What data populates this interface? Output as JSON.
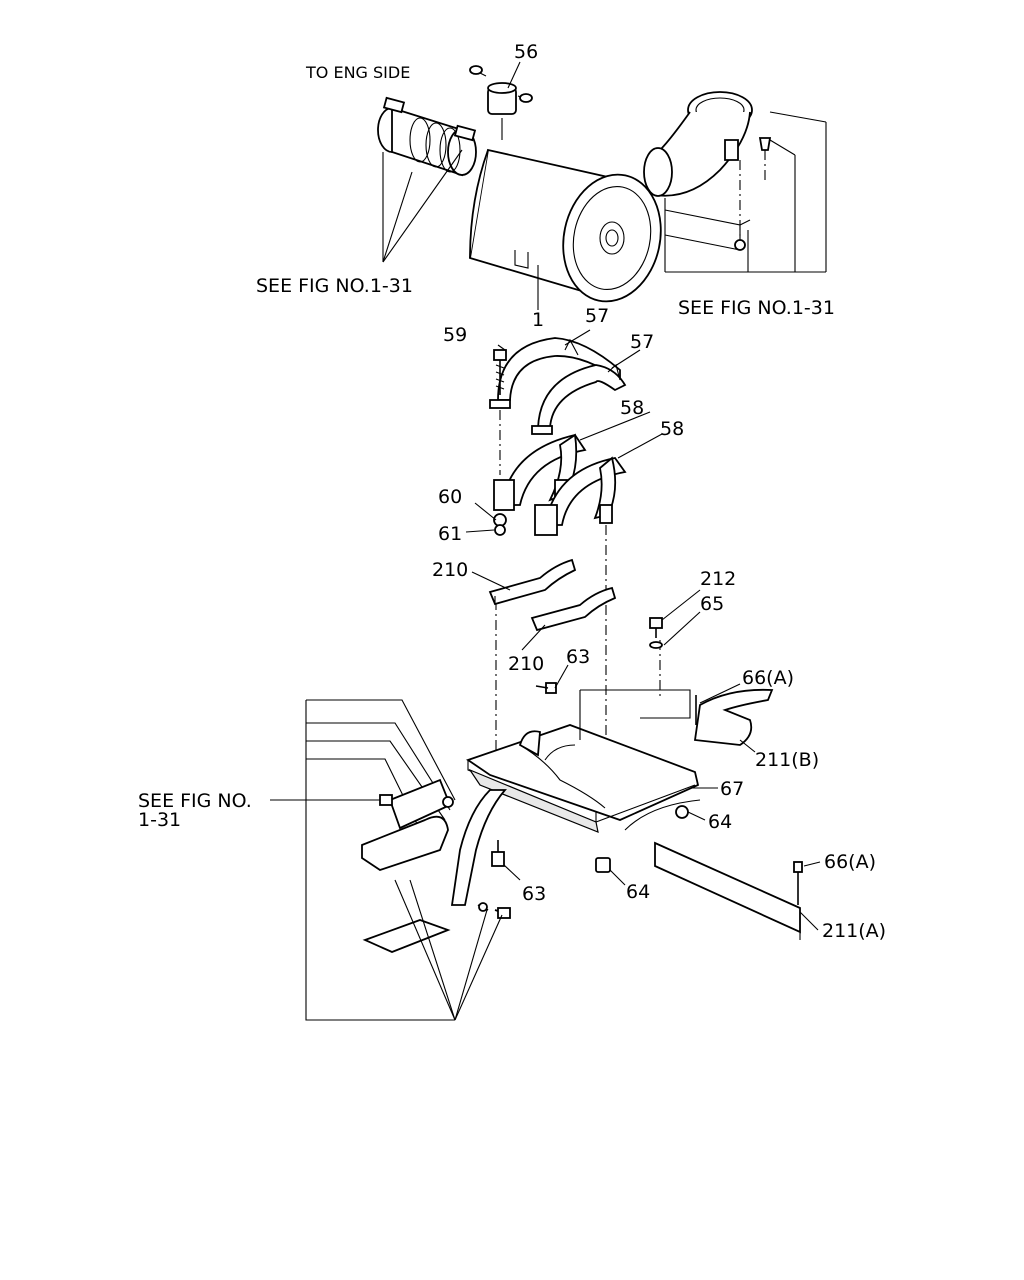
{
  "labels": {
    "to_eng_side": "TO ENG SIDE",
    "see_fig_left_top": "SEE FIG NO.1-31",
    "see_fig_right_top": "SEE FIG NO.1-31",
    "see_fig_bottom_l1": "SEE FIG NO.",
    "see_fig_bottom_l2": "1-31"
  },
  "callouts": {
    "p56": "56",
    "p1": "1",
    "p57a": "57",
    "p57b": "57",
    "p59": "59",
    "p58a": "58",
    "p58b": "58",
    "p60": "60",
    "p61": "61",
    "p210a": "210",
    "p210b": "210",
    "p212": "212",
    "p65": "65",
    "p63a": "63",
    "p66a_top": "66(A)",
    "p211b": "211(B)",
    "p67": "67",
    "p64a": "64",
    "p63b": "63",
    "p64b": "64",
    "p66a_bot": "66(A)",
    "p211a": "211(A)"
  }
}
